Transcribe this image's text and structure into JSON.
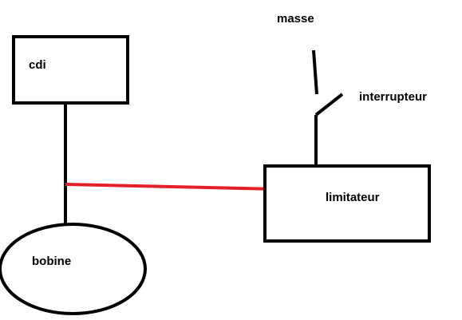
{
  "nodes": {
    "cdi": {
      "label": "cdi"
    },
    "bobine": {
      "label": "bobine"
    },
    "limitateur": {
      "label": "limitateur"
    }
  },
  "annotations": {
    "masse": "masse",
    "interrupteur": "interrupteur"
  },
  "colors": {
    "outline": "#000000",
    "link": "#e3202a",
    "background": "#ffffff"
  }
}
